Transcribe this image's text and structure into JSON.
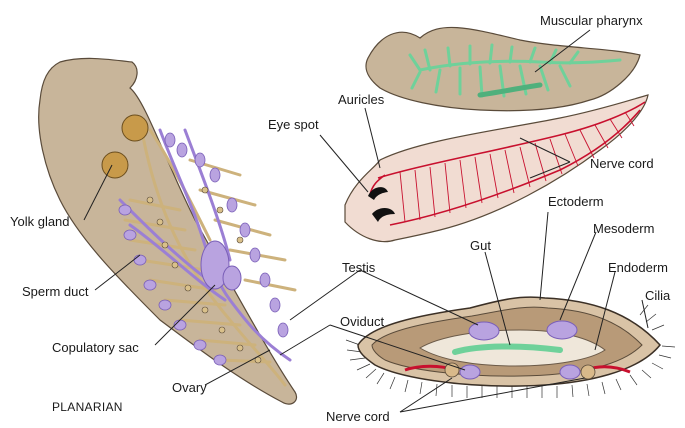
{
  "diagram": {
    "caption": "PLANARIAN",
    "colors": {
      "body": "#c8b59a",
      "body_outline": "#5a4b3a",
      "nerve": "#c8102e",
      "pharynx": "#6fd19a",
      "purple": "#b9a3e0",
      "gland": "#c89a4a"
    },
    "labels": {
      "muscular_pharynx": "Muscular pharynx",
      "auricles": "Auricles",
      "eye_spot": "Eye spot",
      "nerve_cord_top": "Nerve cord",
      "yolk_gland": "Yolk gland",
      "sperm_duct": "Sperm duct",
      "copulatory_sac": "Copulatory sac",
      "ovary": "Ovary",
      "testis": "Testis",
      "oviduct": "Oviduct",
      "gut": "Gut",
      "ectoderm": "Ectoderm",
      "mesoderm": "Mesoderm",
      "endoderm": "Endoderm",
      "cilia": "Cilia",
      "nerve_cord_bottom": "Nerve cord"
    }
  }
}
